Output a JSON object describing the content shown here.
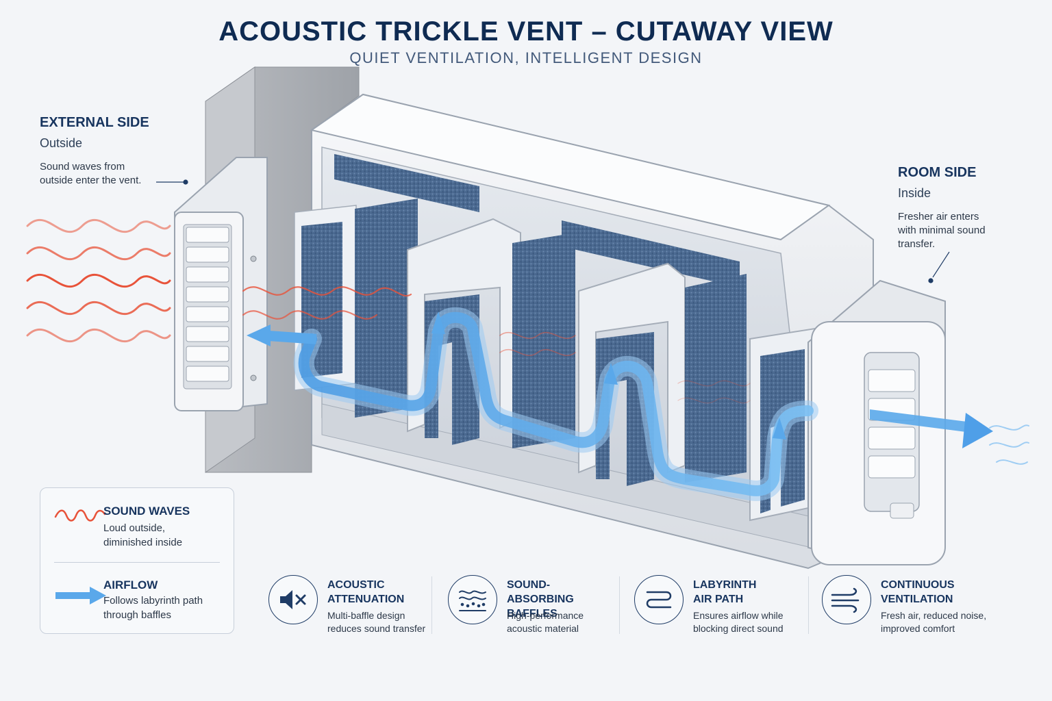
{
  "header": {
    "title": "ACOUSTIC TRICKLE VENT – CUTAWAY VIEW",
    "subtitle": "QUIET VENTILATION, INTELLIGENT DESIGN"
  },
  "external_side": {
    "heading": "EXTERNAL SIDE",
    "sub": "Outside",
    "desc_line1": "Sound waves from",
    "desc_line2": "outside enter the vent."
  },
  "room_side": {
    "heading": "ROOM SIDE",
    "sub": "Inside",
    "desc_line1": "Fresher air enters",
    "desc_line2": "with minimal sound",
    "desc_line3": "transfer."
  },
  "legend": {
    "sound": {
      "heading": "SOUND WAVES",
      "desc_line1": "Loud outside,",
      "desc_line2": "diminished inside",
      "icon": "sound-wave-icon"
    },
    "airflow": {
      "heading": "AIRFLOW",
      "desc_line1": "Follows labyrinth path",
      "desc_line2": "through baffles",
      "icon": "airflow-arrow-icon"
    }
  },
  "features": [
    {
      "title_line1": "ACOUSTIC",
      "title_line2": "ATTENUATION",
      "desc_line1": "Multi-baffle design",
      "desc_line2": "reduces sound transfer",
      "icon": "speaker-muted-icon"
    },
    {
      "title_line1": "SOUND-ABSORBING",
      "title_line2": "BAFFLES",
      "desc_line1": "High-performance",
      "desc_line2": "acoustic material",
      "icon": "absorbing-material-icon"
    },
    {
      "title_line1": "LABYRINTH",
      "title_line2": "AIR PATH",
      "desc_line1": "Ensures airflow while",
      "desc_line2": "blocking direct sound",
      "icon": "labyrinth-path-icon"
    },
    {
      "title_line1": "CONTINUOUS",
      "title_line2": "VENTILATION",
      "desc_line1": "Fresh air, reduced noise,",
      "desc_line2": "improved comfort",
      "icon": "wind-icon"
    }
  ],
  "colors": {
    "sound": "#e8533a",
    "airflow": "#5aa8ea",
    "foam": "#4a6a94",
    "navy": "#17345e"
  }
}
